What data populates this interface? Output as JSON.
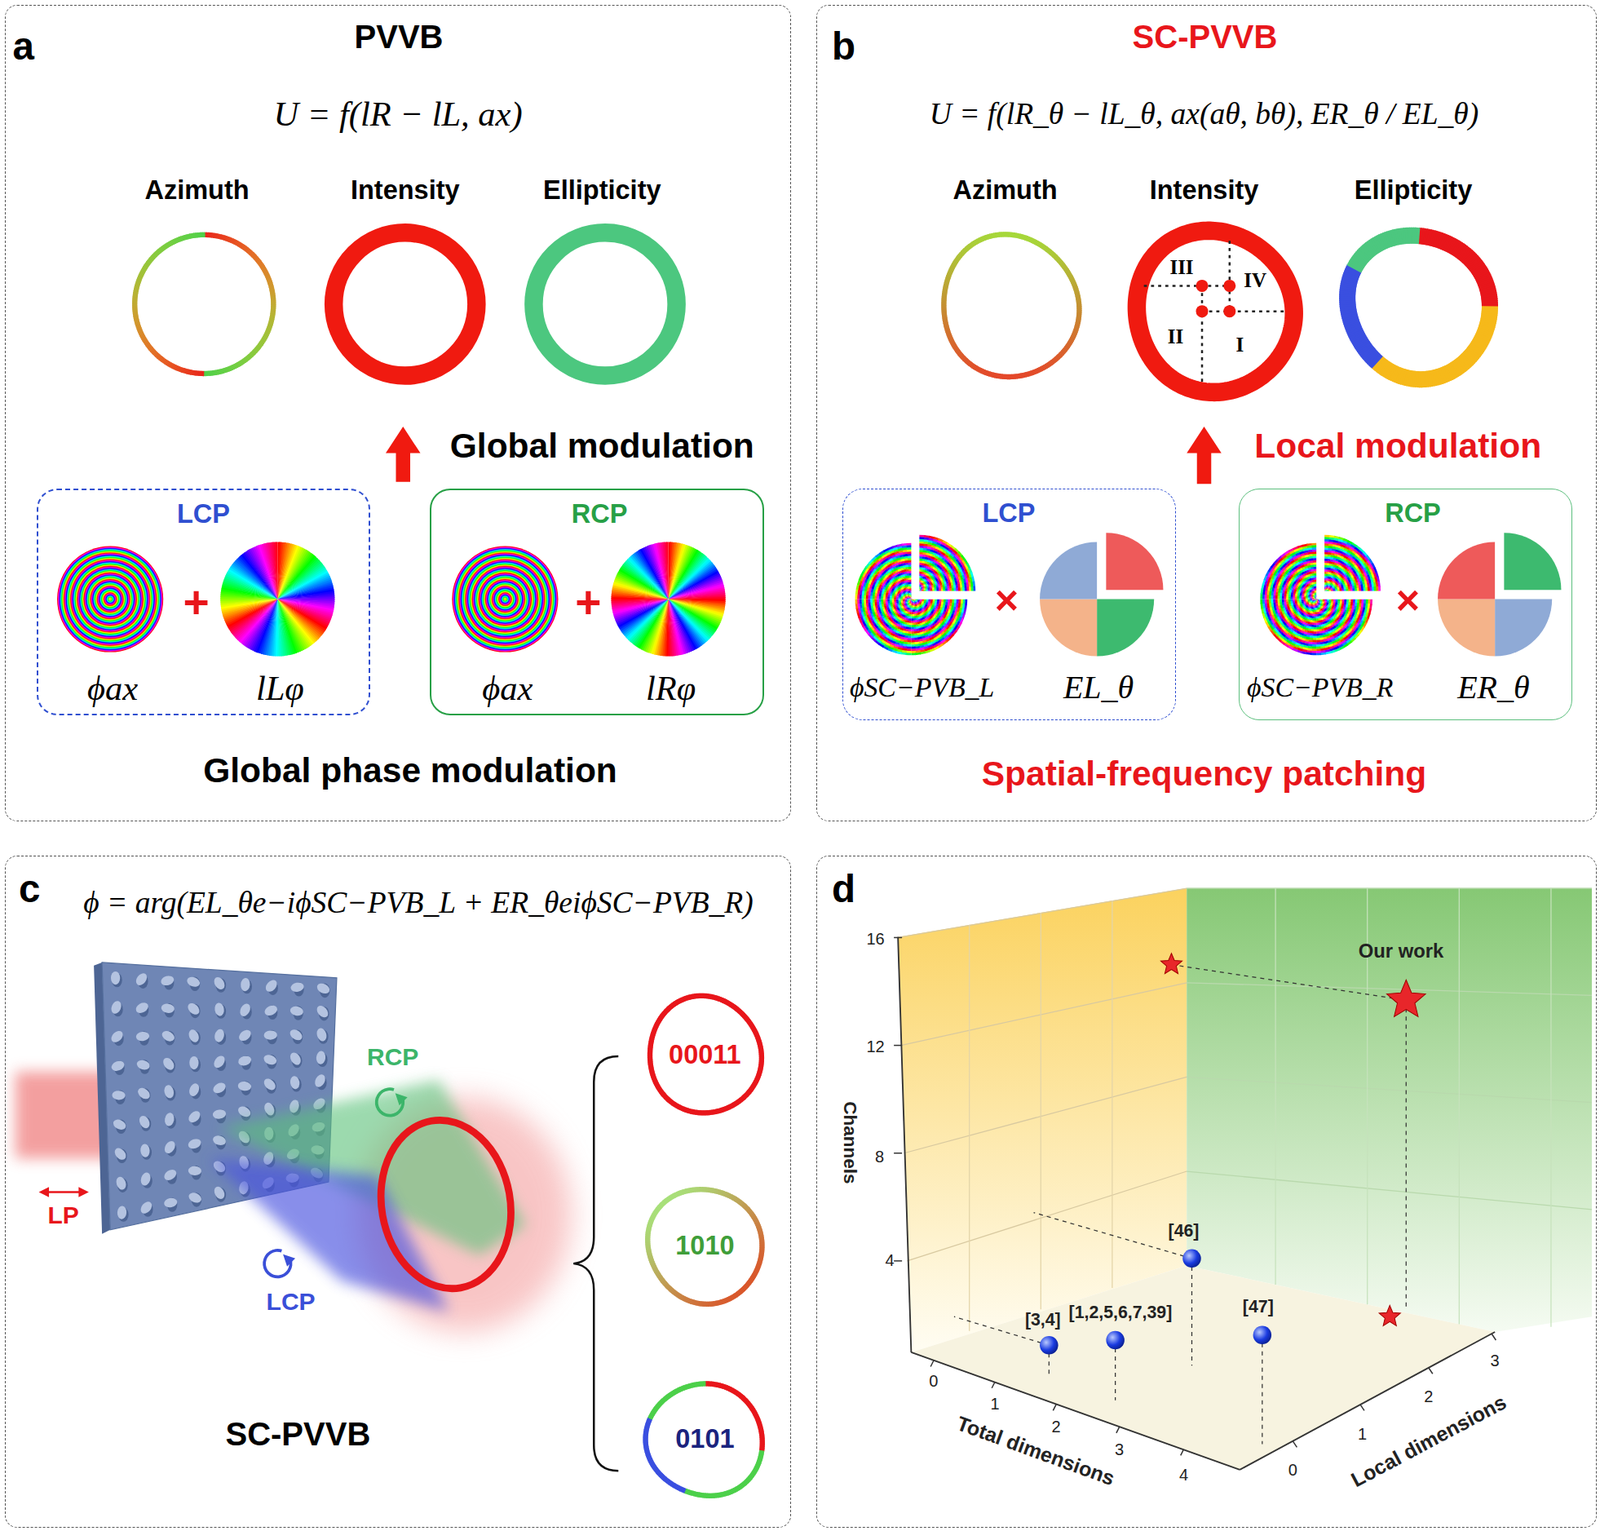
{
  "diagram": {
    "nodes": [
      {
        "text": [
          "a",
          "PVVB"
        ]
      },
      {
        "text": [
          "LCP",
          "ϕax",
          "+",
          "lLφ"
        ],
        "in": 0
      },
      {
        "text": [
          "RCP",
          "ϕax",
          "+",
          "lRφ"
        ],
        "in": 0
      },
      {
        "text": [
          "b",
          "SC-PVVB"
        ]
      },
      {
        "text": [
          "LCP",
          "ϕSC−PVB_L",
          "×",
          "EL_θ"
        ],
        "in": 3
      },
      {
        "text": [
          "RCP",
          "ϕSC−PVB_R",
          "×",
          "ER_θ"
        ],
        "in": 3
      },
      {
        "text": [
          "c"
        ]
      },
      {
        "text": [
          "00011"
        ],
        "in": 6
      },
      {
        "text": [
          "1010"
        ],
        "in": 6
      },
      {
        "text": [
          "0101"
        ],
        "in": 6
      },
      {
        "text": [
          "d"
        ]
      }
    ],
    "labels": [
      "U = f(lR − lL, ax)",
      "Azimuth",
      "Intensity",
      "Ellipticity",
      "Global modulation",
      "Global phase modulation",
      "U = f(lR_θ − lL_θ, ax(aθ, bθ), ER_θ / EL_θ)",
      "Azimuth",
      "Intensity",
      "Ellipticity",
      "III",
      "IV",
      "II",
      "I",
      "Local modulation",
      "Spatial-frequency patching",
      "ϕ = arg(EL_θe−iϕSC−PVB_L + ER_θeiϕSC−PVB_R)",
      "RCP",
      "LCP",
      "LP",
      "SC-PVVB",
      "16",
      "12",
      "8",
      "4",
      "Channels",
      "0",
      "1",
      "2",
      "3",
      "4",
      "Total dimensions",
      "0",
      "1",
      "2",
      "3",
      "Local dimensions",
      "Our work",
      "[46]",
      "[3,4]",
      "[1,2,5,6,7,39]",
      "[47]"
    ]
  }
}
